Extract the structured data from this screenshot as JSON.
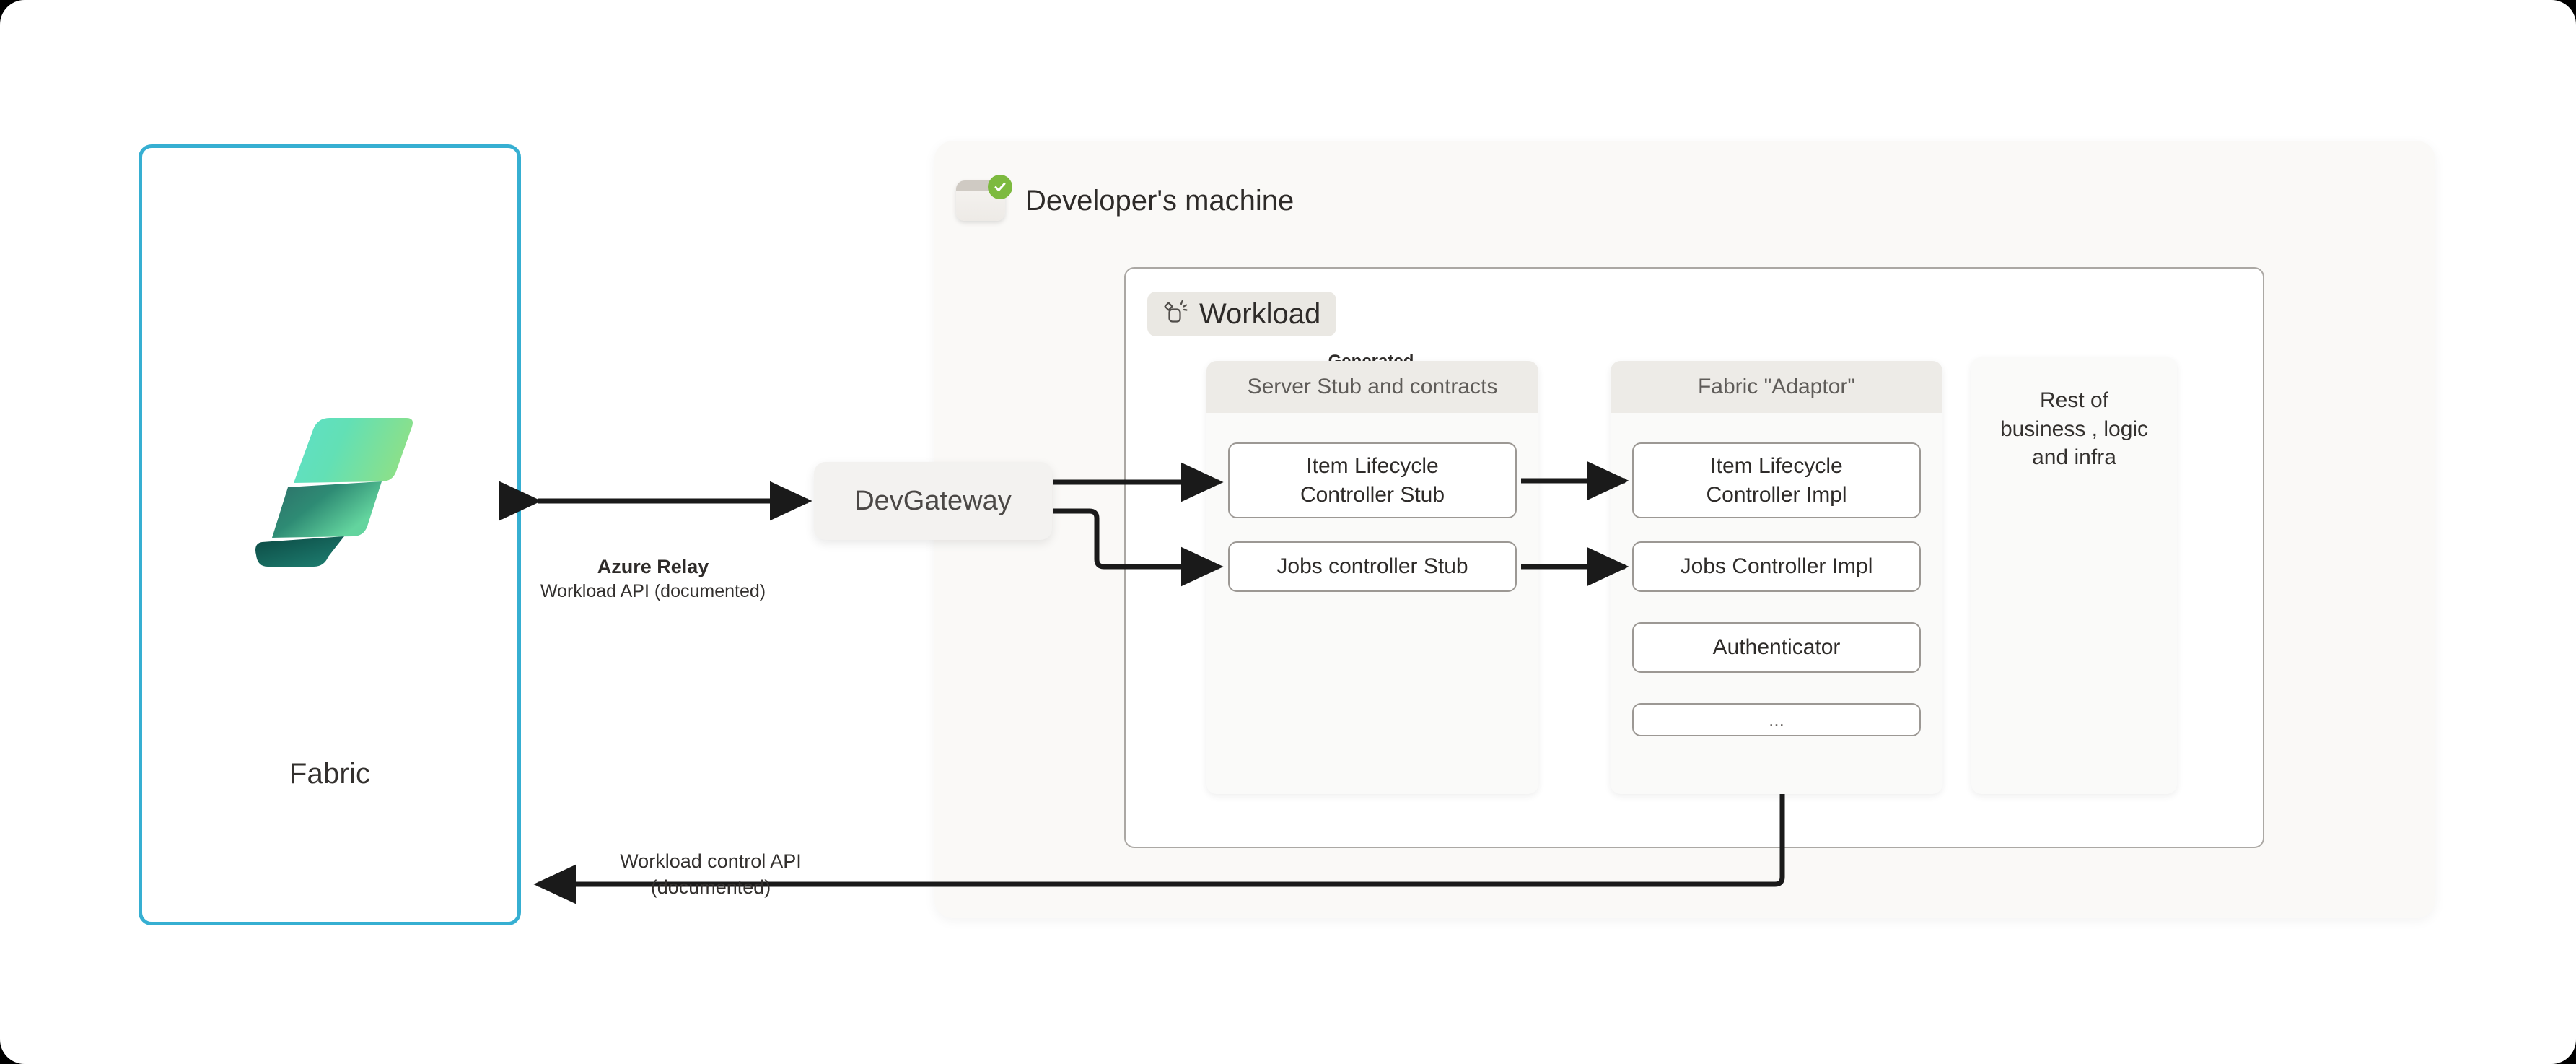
{
  "fabric": {
    "label": "Fabric",
    "icon": "fabric-logo",
    "border_color": "#36AFD2"
  },
  "connections": {
    "azure_relay": {
      "title": "Azure Relay",
      "subtitle": "Workload API (documented)",
      "direction": "bidirectional"
    },
    "workload_control": {
      "text": "Workload control API\n(documented)",
      "line1": "Workload control API",
      "line2": "(documented)",
      "direction": "left"
    }
  },
  "devgateway": {
    "label": "DevGateway"
  },
  "developer_machine": {
    "title": "Developer's machine",
    "icon": "window-check-icon",
    "badge_color": "#7DBA3F"
  },
  "workload": {
    "label": "Workload",
    "icon": "workload-sparkle-icon",
    "generated_label": "Generated",
    "columns": [
      {
        "id": "server-stub",
        "header": "Server Stub and contracts",
        "nodes": [
          {
            "label": "Item Lifecycle\nControllerStub",
            "line1": "Item Lifecycle",
            "line2": "Controller Stub"
          },
          {
            "label": "Jobs controller Stub",
            "line1": "Jobs controller Stub",
            "line2": ""
          }
        ]
      },
      {
        "id": "fabric-adaptor",
        "header": "Fabric \"Adaptor\"",
        "nodes": [
          {
            "label": "Item Lifecycle Controller Impl",
            "line1": "Item Lifecycle",
            "line2": "Controller Impl"
          },
          {
            "label": "Jobs Controller Impl",
            "line1": "Jobs Controller Impl",
            "line2": ""
          },
          {
            "label": "Authenticator",
            "line1": "Authenticator",
            "line2": ""
          },
          {
            "label": "...",
            "line1": "...",
            "line2": ""
          }
        ]
      },
      {
        "id": "rest-of-business",
        "header": "",
        "text_line1": "Rest of",
        "text_line2": "business , logic",
        "text_line3": "and infra"
      }
    ]
  },
  "colors": {
    "accent_blue": "#36AFD2",
    "green_check": "#7DBA3F",
    "panel_bg": "#FAF9F7",
    "column_head": "#EDEBE7",
    "arrow": "#1A1A1A"
  }
}
